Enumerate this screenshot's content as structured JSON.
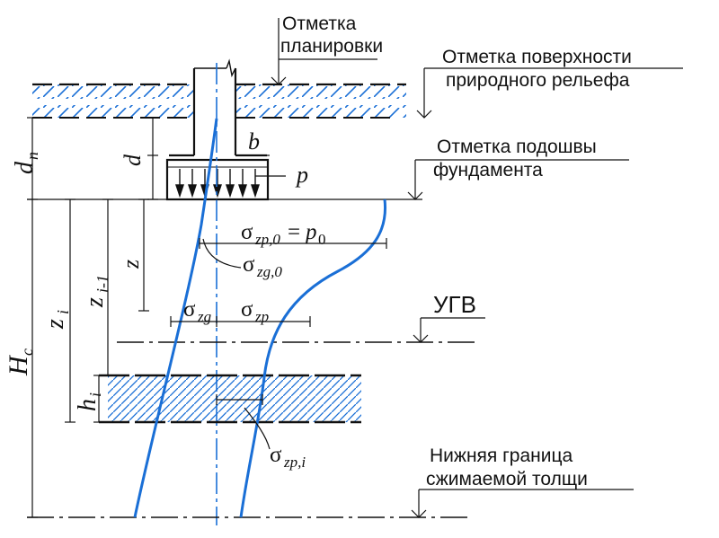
{
  "colors": {
    "ink": "#111111",
    "curve": "#1a6fd6",
    "hatch": "#1a6fd6"
  },
  "labels": {
    "grading_mark_1": "Отметка",
    "grading_mark_2": "планировки",
    "natural_surface_1": "Отметка поверхности",
    "natural_surface_2": "природного рельефа",
    "footing_base_1": "Отметка подошвы",
    "footing_base_2": "фундамента",
    "groundwater": "УГВ",
    "lower_bound_1": "Нижняя граница",
    "lower_bound_2": "сжимаемой толщи"
  },
  "symbols": {
    "d": "d",
    "b": "b",
    "p": "p",
    "dn_main": "d",
    "dn_sub": "n",
    "z": "z",
    "zi_main": "z",
    "zi_sub": "i",
    "zi1_main": "z",
    "zi1_sub": "i-1",
    "hi_main": "h",
    "hi_sub": "i",
    "hc_main": "H",
    "hc_sub": "c",
    "szp0_sigma": "σ",
    "szp0_sub": "zp,0",
    "szp0_eq": "=",
    "szp0_p": "p",
    "szp0_psub": "0",
    "szg0_sigma": "σ",
    "szg0_sub": "zg,0",
    "szg_sigma": "σ",
    "szg_sub": "zg",
    "szp_sigma": "σ",
    "szp_sub": "zp",
    "szpi_sigma": "σ",
    "szpi_sub": "zp,i"
  }
}
